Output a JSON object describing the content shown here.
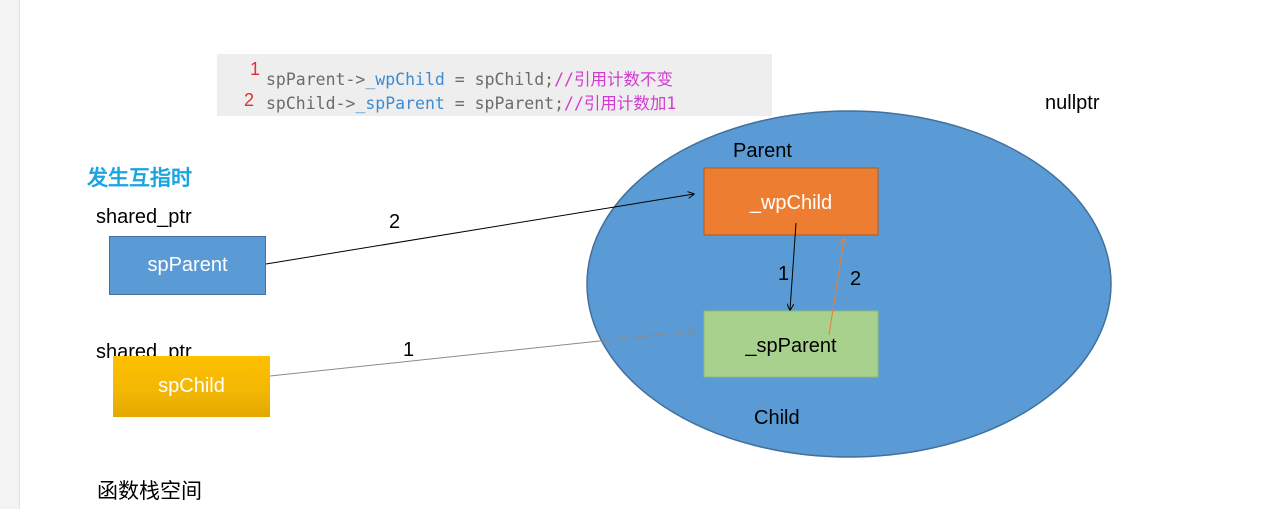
{
  "code": {
    "lines": [
      {
        "number": "1",
        "obj": "spParent->",
        "member": "_wpChild",
        "rest": " = spChild;",
        "comment": "//引用计数不变"
      },
      {
        "number": "2",
        "obj": "spChild->",
        "member": "_spParent",
        "rest": " = spParent;",
        "comment": "//引用计数加1"
      }
    ]
  },
  "labels": {
    "heading": "发生互指时",
    "shared_ptr_1": "shared_ptr",
    "shared_ptr_2": "shared_ptr",
    "stack_space": "函数栈空间",
    "nullptr": "nullptr"
  },
  "nodes": {
    "spParent": "spParent",
    "spChild": "spChild",
    "parent": "Parent",
    "wpChild": "_wpChild",
    "spParentMember": "_spParent",
    "child": "Child"
  },
  "arrows": {
    "spParent_to_wpChild": "2",
    "spChild_to_spParentMember": "1",
    "wpChild_to_spParentMember": "1",
    "spParentMember_to_wpChild": "2"
  },
  "colors": {
    "heading": "#1aa4e0",
    "ellipse": "#5b9bd5",
    "wpChild_box": "#ed7d31",
    "spParent_member_box": "#a9d18e",
    "spChild_box": "#ffc000",
    "line_number": "#e0303a",
    "comment": "#d23bd2"
  }
}
